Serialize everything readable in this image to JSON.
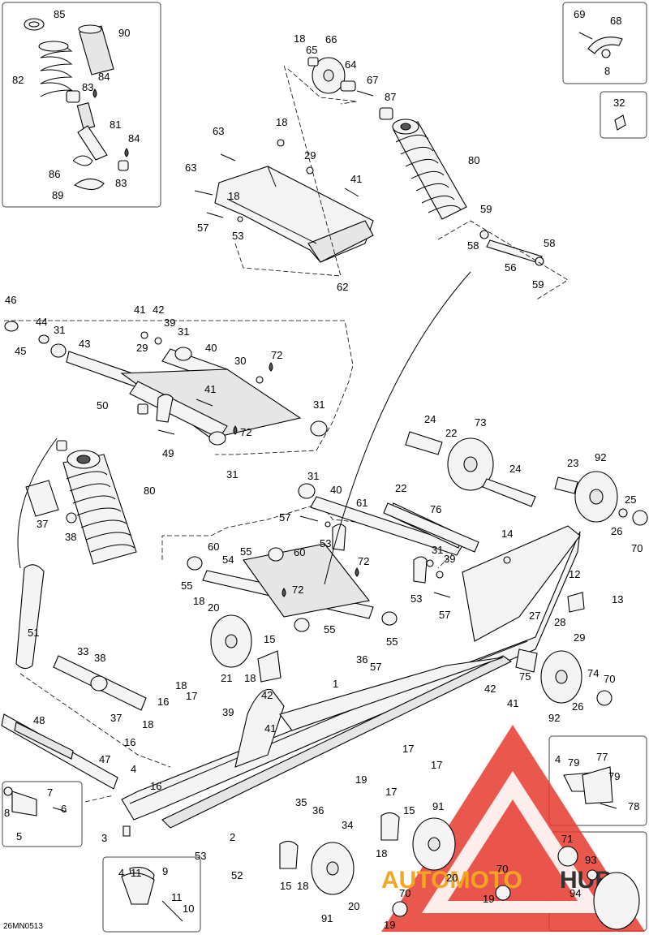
{
  "diagram_code": "26MN0513",
  "watermark": {
    "brand_left": "AUTOMOTO",
    "brand_right": "HUB",
    "color_red": "#e63a2e",
    "color_orange": "#f4a623"
  },
  "callouts": [
    {
      "id": "c85",
      "text": "85"
    },
    {
      "id": "c90",
      "text": "90"
    },
    {
      "id": "c82",
      "text": "82"
    },
    {
      "id": "c84a",
      "text": "84"
    },
    {
      "id": "c83a",
      "text": "83"
    },
    {
      "id": "c81",
      "text": "81"
    },
    {
      "id": "c84b",
      "text": "84"
    },
    {
      "id": "c86",
      "text": "86"
    },
    {
      "id": "c83b",
      "text": "83"
    },
    {
      "id": "c89",
      "text": "89"
    },
    {
      "id": "c18a",
      "text": "18"
    },
    {
      "id": "c66",
      "text": "66"
    },
    {
      "id": "c65",
      "text": "65"
    },
    {
      "id": "c64",
      "text": "64"
    },
    {
      "id": "c67",
      "text": "67"
    },
    {
      "id": "c87",
      "text": "87"
    },
    {
      "id": "c63a",
      "text": "63"
    },
    {
      "id": "c18b",
      "text": "18"
    },
    {
      "id": "c29a",
      "text": "29"
    },
    {
      "id": "c80a",
      "text": "80"
    },
    {
      "id": "c63b",
      "text": "63"
    },
    {
      "id": "c41a",
      "text": "41"
    },
    {
      "id": "c18c",
      "text": "18"
    },
    {
      "id": "c57a",
      "text": "57"
    },
    {
      "id": "c53a",
      "text": "53"
    },
    {
      "id": "c59a",
      "text": "59"
    },
    {
      "id": "c58a",
      "text": "58"
    },
    {
      "id": "c58b",
      "text": "58"
    },
    {
      "id": "c56",
      "text": "56"
    },
    {
      "id": "c59b",
      "text": "59"
    },
    {
      "id": "c62",
      "text": "62"
    },
    {
      "id": "c69",
      "text": "69"
    },
    {
      "id": "c68",
      "text": "68"
    },
    {
      "id": "c8a",
      "text": "8"
    },
    {
      "id": "c32",
      "text": "32"
    },
    {
      "id": "c46",
      "text": "46"
    },
    {
      "id": "c44",
      "text": "44"
    },
    {
      "id": "c41b",
      "text": "41"
    },
    {
      "id": "c42a",
      "text": "42"
    },
    {
      "id": "c39a",
      "text": "39"
    },
    {
      "id": "c31a",
      "text": "31"
    },
    {
      "id": "c31b",
      "text": "31"
    },
    {
      "id": "c43",
      "text": "43"
    },
    {
      "id": "c45",
      "text": "45"
    },
    {
      "id": "c29b",
      "text": "29"
    },
    {
      "id": "c40a",
      "text": "40"
    },
    {
      "id": "c30",
      "text": "30"
    },
    {
      "id": "c72a",
      "text": "72"
    },
    {
      "id": "c41c",
      "text": "41"
    },
    {
      "id": "c50",
      "text": "50"
    },
    {
      "id": "c31c",
      "text": "31"
    },
    {
      "id": "c72b",
      "text": "72"
    },
    {
      "id": "c49",
      "text": "49"
    },
    {
      "id": "c31d",
      "text": "31"
    },
    {
      "id": "c24a",
      "text": "24"
    },
    {
      "id": "c22a",
      "text": "22"
    },
    {
      "id": "c73",
      "text": "73"
    },
    {
      "id": "c24b",
      "text": "24"
    },
    {
      "id": "c23",
      "text": "23"
    },
    {
      "id": "c92a",
      "text": "92"
    },
    {
      "id": "c25",
      "text": "25"
    },
    {
      "id": "c26a",
      "text": "26"
    },
    {
      "id": "c70a",
      "text": "70"
    },
    {
      "id": "c80b",
      "text": "80"
    },
    {
      "id": "c37a",
      "text": "37"
    },
    {
      "id": "c38a",
      "text": "38"
    },
    {
      "id": "c31e",
      "text": "31"
    },
    {
      "id": "c40b",
      "text": "40"
    },
    {
      "id": "c22b",
      "text": "22"
    },
    {
      "id": "c61",
      "text": "61"
    },
    {
      "id": "c76",
      "text": "76"
    },
    {
      "id": "c57b",
      "text": "57"
    },
    {
      "id": "c53b",
      "text": "53"
    },
    {
      "id": "c14",
      "text": "14"
    },
    {
      "id": "c60a",
      "text": "60"
    },
    {
      "id": "c55a",
      "text": "55"
    },
    {
      "id": "c60b",
      "text": "60"
    },
    {
      "id": "c54",
      "text": "54"
    },
    {
      "id": "c31f",
      "text": "31"
    },
    {
      "id": "c39b",
      "text": "39"
    },
    {
      "id": "c72c",
      "text": "72"
    },
    {
      "id": "c72d",
      "text": "72"
    },
    {
      "id": "c55b",
      "text": "55"
    },
    {
      "id": "c53c",
      "text": "53"
    },
    {
      "id": "c57c",
      "text": "57"
    },
    {
      "id": "c12",
      "text": "12"
    },
    {
      "id": "c55c",
      "text": "55"
    },
    {
      "id": "c55d",
      "text": "55"
    },
    {
      "id": "c13",
      "text": "13"
    },
    {
      "id": "c28",
      "text": "28"
    },
    {
      "id": "c27",
      "text": "27"
    },
    {
      "id": "c29c",
      "text": "29"
    },
    {
      "id": "c51",
      "text": "51"
    },
    {
      "id": "c18d",
      "text": "18"
    },
    {
      "id": "c20a",
      "text": "20"
    },
    {
      "id": "c15a",
      "text": "15"
    },
    {
      "id": "c21",
      "text": "21"
    },
    {
      "id": "c18e",
      "text": "18"
    },
    {
      "id": "c36a",
      "text": "36"
    },
    {
      "id": "c57d",
      "text": "57"
    },
    {
      "id": "c75",
      "text": "75"
    },
    {
      "id": "c74",
      "text": "74"
    },
    {
      "id": "c70b",
      "text": "70"
    },
    {
      "id": "c42b",
      "text": "42"
    },
    {
      "id": "c41d",
      "text": "41"
    },
    {
      "id": "c26b",
      "text": "26"
    },
    {
      "id": "c92b",
      "text": "92"
    },
    {
      "id": "c33",
      "text": "33"
    },
    {
      "id": "c38b",
      "text": "38"
    },
    {
      "id": "c1",
      "text": "1"
    },
    {
      "id": "c37b",
      "text": "37"
    },
    {
      "id": "c18f",
      "text": "18"
    },
    {
      "id": "c16a",
      "text": "16"
    },
    {
      "id": "c17a",
      "text": "17"
    },
    {
      "id": "c42c",
      "text": "42"
    },
    {
      "id": "c39c",
      "text": "39"
    },
    {
      "id": "c41e",
      "text": "41"
    },
    {
      "id": "c18g",
      "text": "18"
    },
    {
      "id": "c48",
      "text": "48"
    },
    {
      "id": "c16b",
      "text": "16"
    },
    {
      "id": "c47",
      "text": "47"
    },
    {
      "id": "c4a",
      "text": "4"
    },
    {
      "id": "c17b",
      "text": "17"
    },
    {
      "id": "c17c",
      "text": "17"
    },
    {
      "id": "c19a",
      "text": "19"
    },
    {
      "id": "c17d",
      "text": "17"
    },
    {
      "id": "c16c",
      "text": "16"
    },
    {
      "id": "c7",
      "text": "7"
    },
    {
      "id": "c8b",
      "text": "8"
    },
    {
      "id": "c6",
      "text": "6"
    },
    {
      "id": "c5",
      "text": "5"
    },
    {
      "id": "c35",
      "text": "35"
    },
    {
      "id": "c36b",
      "text": "36"
    },
    {
      "id": "c34",
      "text": "34"
    },
    {
      "id": "c15b",
      "text": "15"
    },
    {
      "id": "c91a",
      "text": "91"
    },
    {
      "id": "c3",
      "text": "3"
    },
    {
      "id": "c2",
      "text": "2"
    },
    {
      "id": "c53d",
      "text": "53"
    },
    {
      "id": "c52",
      "text": "52"
    },
    {
      "id": "c18h",
      "text": "18"
    },
    {
      "id": "c15c",
      "text": "15"
    },
    {
      "id": "c18i",
      "text": "18"
    },
    {
      "id": "c20b",
      "text": "20"
    },
    {
      "id": "c70c",
      "text": "70"
    },
    {
      "id": "c19b",
      "text": "19"
    },
    {
      "id": "c4b",
      "text": "4"
    },
    {
      "id": "c11a",
      "text": "11"
    },
    {
      "id": "c9",
      "text": "9"
    },
    {
      "id": "c11b",
      "text": "11"
    },
    {
      "id": "c10",
      "text": "10"
    },
    {
      "id": "c20c",
      "text": "20"
    },
    {
      "id": "c70d",
      "text": "70"
    },
    {
      "id": "c91b",
      "text": "91"
    },
    {
      "id": "c19c",
      "text": "19"
    },
    {
      "id": "c4c",
      "text": "4"
    },
    {
      "id": "c79a",
      "text": "79"
    },
    {
      "id": "c77",
      "text": "77"
    },
    {
      "id": "c79b",
      "text": "79"
    },
    {
      "id": "c78",
      "text": "78"
    },
    {
      "id": "c71",
      "text": "71"
    },
    {
      "id": "c93",
      "text": "93"
    },
    {
      "id": "c94",
      "text": "94"
    }
  ]
}
